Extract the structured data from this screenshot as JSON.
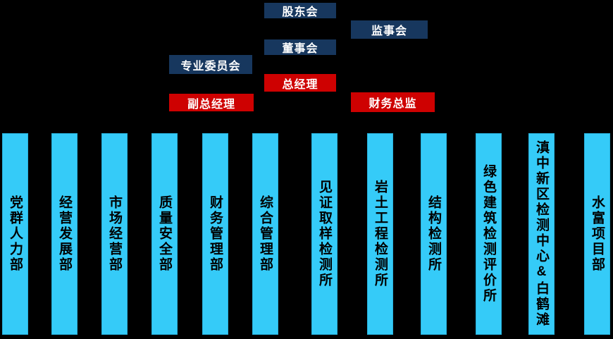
{
  "org": {
    "colors": {
      "background": "#000000",
      "governance_box": "#17375E",
      "executive_box": "#CE0101",
      "department_bar": "#35CBF8",
      "governance_text": "#FFFFFF",
      "department_text": "#000000"
    },
    "governance": [
      {
        "id": "shareholders-meeting",
        "label": "股东会",
        "level": "navy"
      },
      {
        "id": "supervisory-board",
        "label": "监事会",
        "level": "navy"
      },
      {
        "id": "board-of-directors",
        "label": "董事会",
        "level": "navy"
      },
      {
        "id": "professional-committee",
        "label": "专业委员会",
        "level": "navy"
      },
      {
        "id": "general-manager",
        "label": "总经理",
        "level": "red"
      },
      {
        "id": "deputy-general-manager",
        "label": "副总经理",
        "level": "red"
      },
      {
        "id": "finance-director",
        "label": "财务总监",
        "level": "red"
      }
    ],
    "departments": [
      {
        "label": "党群人力部"
      },
      {
        "label": "经营发展部"
      },
      {
        "label": "市场经营部"
      },
      {
        "label": "质量安全部"
      },
      {
        "label": "财务管理部"
      },
      {
        "label": "综合管理部"
      },
      {
        "label": "见证取样检测所"
      },
      {
        "label": "岩土工程检测所"
      },
      {
        "label": "结构检测所"
      },
      {
        "label": "绿色建筑检测评价所"
      },
      {
        "label": "滇中新区检测中心&白鹤滩"
      },
      {
        "label": "水富项目部"
      }
    ]
  }
}
